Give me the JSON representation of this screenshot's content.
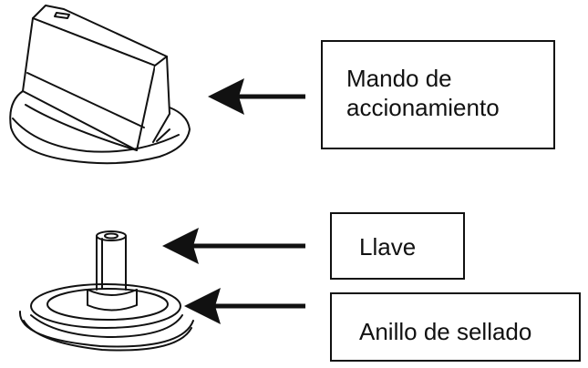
{
  "parts": {
    "mando": {
      "line1": "Mando de",
      "line2": "accionamiento",
      "illustration": "control-knob"
    },
    "llave": {
      "label": "Llave",
      "illustration": "valve-stem"
    },
    "anillo": {
      "label": "Anillo de sellado",
      "illustration": "sealing-ring"
    }
  },
  "colors": {
    "line": "#111111",
    "background": "#ffffff"
  }
}
